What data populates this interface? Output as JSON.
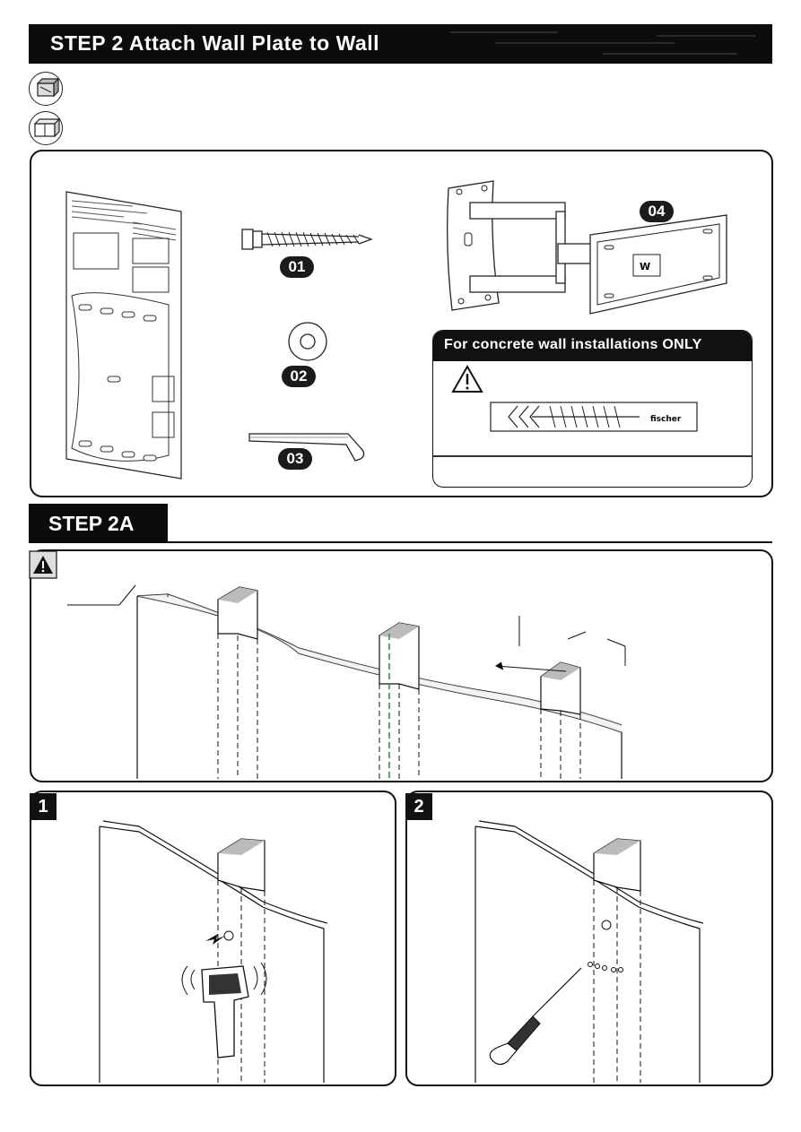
{
  "header": {
    "title": "STEP 2 Attach Wall Plate to Wall"
  },
  "icons": {
    "tool_1": "drill-bit-icon",
    "tool_2": "wood-stud-icon"
  },
  "parts": {
    "p01": "01",
    "p02": "02",
    "p03": "03",
    "p04": "04"
  },
  "concrete": {
    "title": "For concrete wall installations ONLY",
    "anchor_brand": "fischer"
  },
  "step2a": {
    "title": "STEP 2A"
  },
  "substeps": {
    "s1": "1",
    "s2": "2"
  }
}
